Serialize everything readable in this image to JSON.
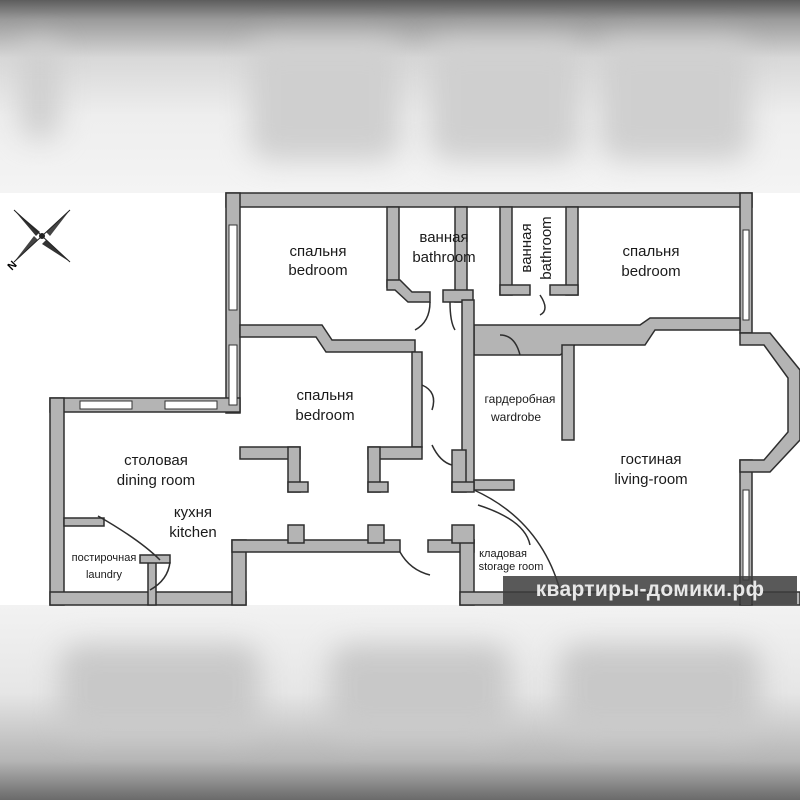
{
  "compass": {
    "north": "N"
  },
  "rooms": {
    "bedroom1": {
      "ru": "спальня",
      "en": "bedroom"
    },
    "bathroom1": {
      "ru": "ванная",
      "en": "bathroom"
    },
    "bathroom2": {
      "ru": "ванная",
      "en": "bathroom"
    },
    "bedroom3": {
      "ru": "спальня",
      "en": "bedroom"
    },
    "bedroom2": {
      "ru": "спальня",
      "en": "bedroom"
    },
    "wardrobe": {
      "ru": "гардеробная",
      "en": "wardrobe"
    },
    "dining": {
      "ru": "столовая",
      "en": "dining room"
    },
    "kitchen": {
      "ru": "кухня",
      "en": "kitchen"
    },
    "living": {
      "ru": "гостиная",
      "en": "living-room"
    },
    "laundry": {
      "ru": "постирочная",
      "en": "laundry"
    },
    "storage": {
      "ru": "кладовая",
      "en": "storage room"
    }
  },
  "watermark": "квартиры-домики.рф",
  "colors": {
    "wall": "#b4b4b4",
    "outline": "#2e2e2e",
    "watermark_accent": "#8cc63f"
  }
}
